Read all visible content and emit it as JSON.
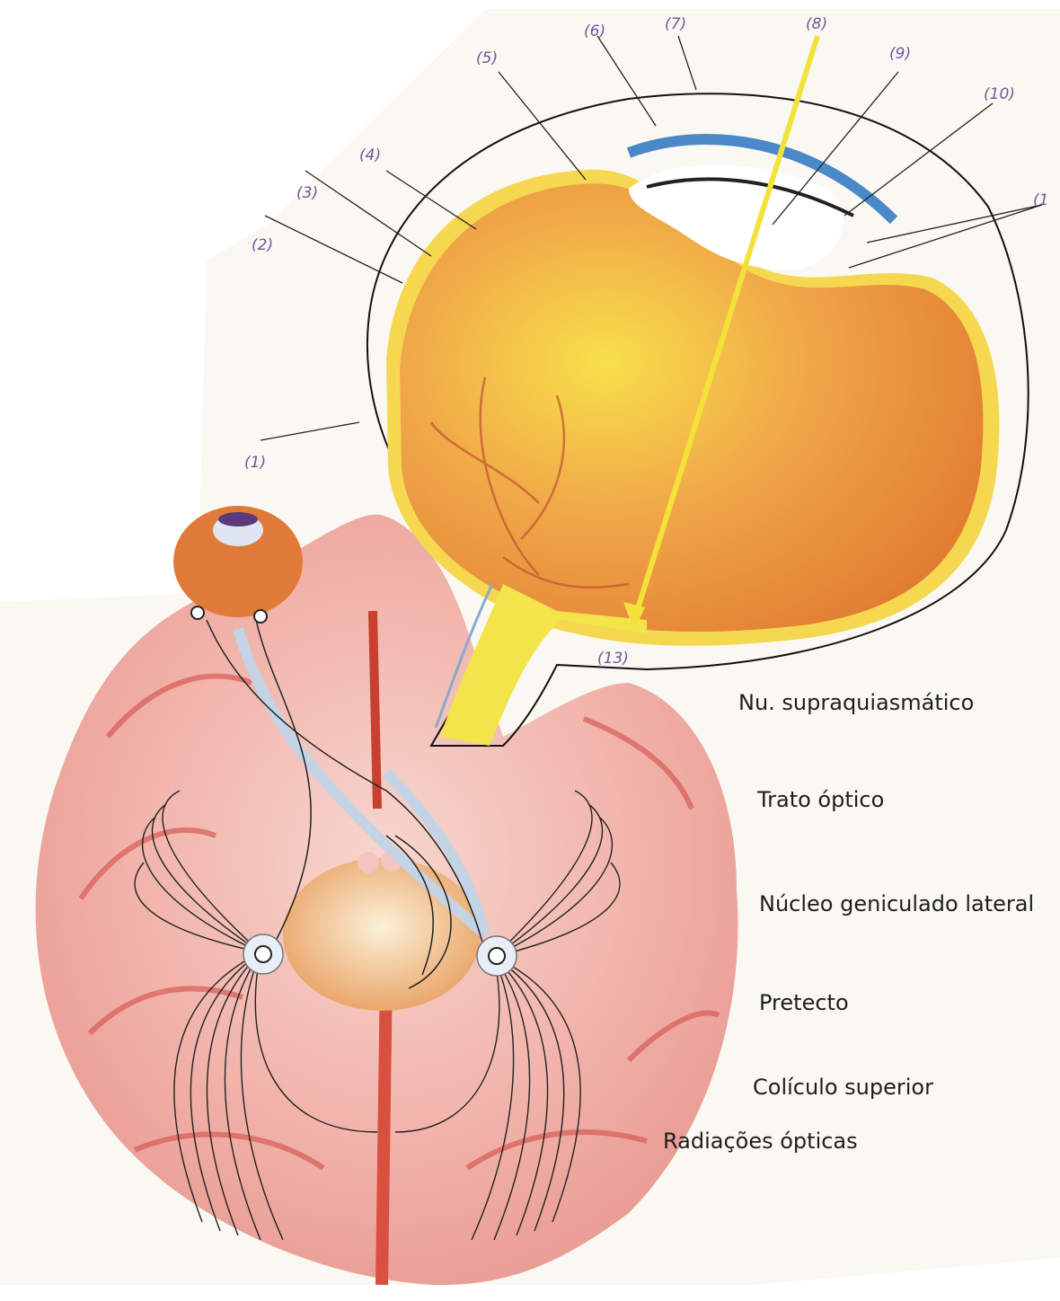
{
  "diagram": {
    "number_labels": [
      "(1)",
      "(2)",
      "(3)",
      "(4)",
      "(5)",
      "(6)",
      "(7)",
      "(8)",
      "(9)",
      "(10)",
      "(1",
      "(13)"
    ],
    "text_labels": {
      "supraquiasmatico": "Nu. supraquiasmático",
      "trato_optico": "Trato óptico",
      "nucleo_geniculado": "Núcleo geniculado lateral",
      "pretecto": "Pretecto",
      "coliculo_superior": "Colículo superior",
      "radiacoes_opticas": "Radiações ópticas"
    },
    "colors": {
      "brain": "#e88a84",
      "eye_orange": "#e8923a",
      "eye_yellow": "#f5dc3a",
      "pointer_arrow": "#f3e23a",
      "cornea": "#4a88c8",
      "label_ink": "#6a5a9a"
    }
  }
}
